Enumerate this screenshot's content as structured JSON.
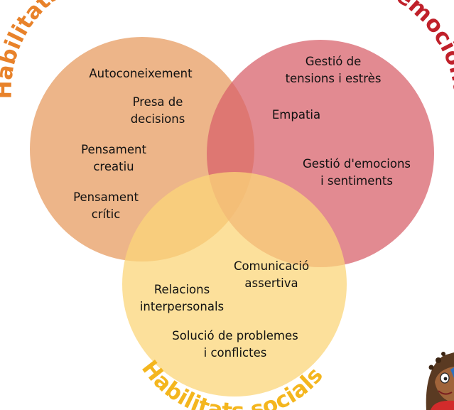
{
  "colors": {
    "cognitive": "#e9a56f",
    "emotional": "#d8616a",
    "social": "#fbd67a",
    "cognitive_title": "#e8822a",
    "emotional_title": "#c0202a",
    "social_title": "#f4b61e"
  },
  "titles": {
    "cognitive": "Habilitats cognitives",
    "emotional": "Habilitats emocionals",
    "social": "Habilitats socials"
  },
  "cognitive": {
    "autoconeixement": "Autoconeixement",
    "presa_1": "Presa de",
    "presa_2": "decisions",
    "creatiu_1": "Pensament",
    "creatiu_2": "creatiu",
    "critic_1": "Pensament",
    "critic_2": "crític"
  },
  "emotional": {
    "tensions_1": "Gestió de",
    "tensions_2": "tensions i estrès",
    "empatia": "Empatia",
    "emocions_1": "Gestió d'emocions",
    "emocions_2": "i sentiments"
  },
  "social": {
    "comunicacio_1": "Comunicació",
    "comunicacio_2": "assertiva",
    "relacions_1": "Relacions",
    "relacions_2": "interpersonals",
    "solucio_1": "Solució de problemes",
    "solucio_2": "i conflictes"
  },
  "mascot": {
    "icon": "cartoon-character-icon"
  }
}
